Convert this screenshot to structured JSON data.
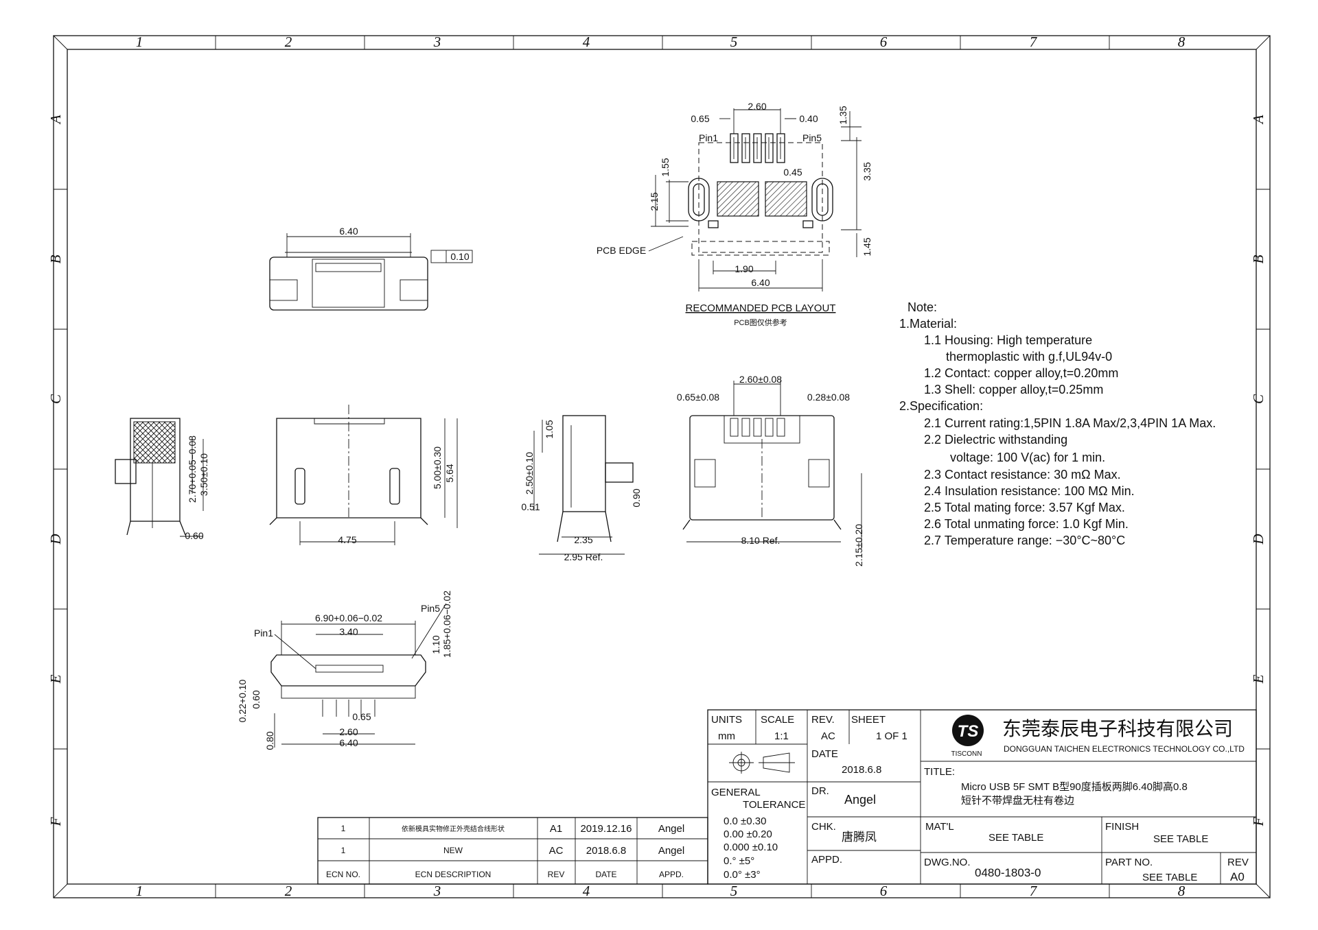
{
  "zones": {
    "columns": [
      "1",
      "2",
      "3",
      "4",
      "5",
      "6",
      "7",
      "8"
    ],
    "rows": [
      "A",
      "B",
      "C",
      "D",
      "E",
      "F"
    ]
  },
  "pcb_layout": {
    "title": "RECOMMANDED PCB LAYOUT",
    "subtitle": "PCB图仅供参考",
    "pcb_edge": "PCB EDGE",
    "pin1": "Pin1",
    "pin5": "Pin5",
    "dims": [
      "0.65",
      "2.60",
      "0.40",
      "1.35",
      "3.35",
      "0.45",
      "1.55",
      "2.15",
      "1.45",
      "1.90",
      "6.40"
    ]
  },
  "top_view": {
    "dims": [
      "6.40"
    ],
    "flatness": "0.10"
  },
  "front_view": {
    "dims": [
      "5.00±0.30",
      "5.64",
      "4.75"
    ]
  },
  "left_side_view": {
    "dims": [
      "2.70+0.05−0.08",
      "3.50±0.10",
      "0.60"
    ]
  },
  "right_side_view": {
    "dims": [
      "1.05",
      "2.50±0.10",
      "0.51",
      "0.90",
      "2.35",
      "2.95 Ref."
    ]
  },
  "rear_view": {
    "dims": [
      "2.60±0.08",
      "0.65±0.08",
      "0.28±0.08",
      "8.10 Ref.",
      "2.15±0.20"
    ]
  },
  "bottom_view": {
    "pin1": "Pin1",
    "pin5": "Pin5",
    "dims": [
      "6.90+0.06−0.02",
      "3.40",
      "1.10",
      "1.85+0.06−0.02",
      "0.22+0.10",
      "0.60",
      "0.65",
      "2.60",
      "0.80",
      "6.40"
    ]
  },
  "notes": {
    "heading": "Note:",
    "lines": [
      "1.Material:",
      "1.1  Housing: High temperature",
      "thermoplastic  with  g.f,UL94v-0",
      "1.2  Contact:  copper  alloy,t=0.20mm",
      "1.3  Shell:  copper  alloy,t=0.25mm",
      "2.Specification:",
      "2.1  Current  rating:1,5PIN  1.8A  Max/2,3,4PIN  1A  Max.",
      "2.2  Dielectric  withstanding",
      "voltage:  100  V(ac)  for  1  min.",
      "2.3  Contact  resistance:  30  mΩ  Max.",
      "2.4  Insulation  resistance:  100  MΩ  Min.",
      "2.5  Total  mating  force:  3.57  Kgf  Max.",
      "2.6  Total  unmating  force:  1.0  Kgf  Min.",
      "2.7  Temperature  range:  −30°C~80°C"
    ]
  },
  "revision_table": {
    "rows": [
      {
        "ecn": "1",
        "description": "依新模具实物修正外壳结合线形状",
        "rev": "A1",
        "date": "2019.12.16",
        "appd": "Angel"
      },
      {
        "ecn": "1",
        "description": "NEW",
        "rev": "AC",
        "date": "2018.6.8",
        "appd": "Angel"
      }
    ],
    "headers": {
      "ecn": "ECN NO.",
      "description": "ECN   DESCRIPTION",
      "rev": "REV",
      "date": "DATE",
      "appd": "APPD."
    }
  },
  "title_block": {
    "units_label": "UNITS",
    "units": "mm",
    "scale_label": "SCALE",
    "scale": "1:1",
    "rev_label": "REV.",
    "rev": "AC",
    "sheet_label": "SHEET",
    "sheet": "1  OF  1",
    "date_label": "DATE",
    "date": "2018.6.8",
    "general_label": "GENERAL",
    "tolerance_label": "TOLERANCE",
    "tolerances": [
      "0.0    ±0.30",
      "0.00   ±0.20",
      "0.000 ±0.10",
      "0.°     ±5°",
      "0.0°   ±3°"
    ],
    "dr_label": "DR.",
    "dr": "Angel",
    "chk_label": "CHK.",
    "chk": "唐腾凤",
    "appd_label": "APPD.",
    "company_cn": "东莞泰辰电子科技有限公司",
    "company_en": "DONGGUAN  TAICHEN  ELECTRONICS  TECHNOLOGY  CO.,LTD",
    "logo_text": "TISCONN",
    "logo_mark": "TS",
    "title_label": "TITLE:",
    "title_line1": "Micro  USB  5F  SMT  B型90度插板两脚6.40脚高0.8",
    "title_line2": "短针不带焊盘无柱有卷边",
    "matl_label": "MAT'L",
    "matl": "SEE  TABLE",
    "finish_label": "FINISH",
    "finish": "SEE  TABLE",
    "dwg_label": "DWG.NO.",
    "dwg": "0480-1803-0",
    "part_label": "PART  NO.",
    "part": "SEE  TABLE",
    "rev2_label": "REV",
    "rev2": "A0"
  }
}
